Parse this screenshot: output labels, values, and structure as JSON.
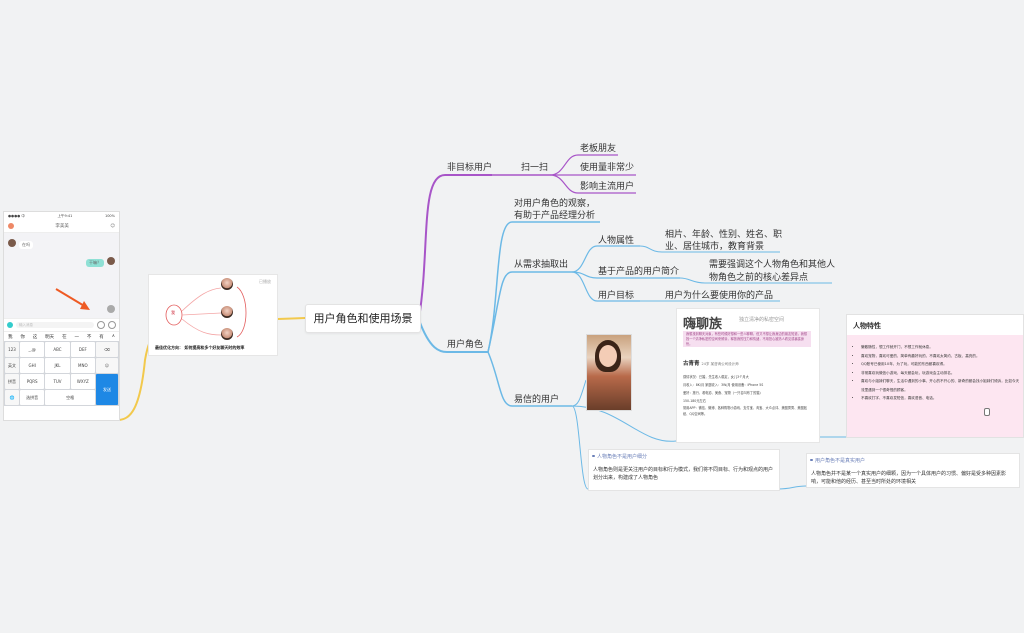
{
  "root": {
    "label": "用户角色和使用场景"
  },
  "branches": {
    "non_target": {
      "label": "非目标用户",
      "scan": {
        "label": "扫一扫",
        "children": [
          "老板朋友",
          "使用量非常少",
          "影响主流用户"
        ]
      }
    },
    "role": {
      "label": "用户角色",
      "observation": [
        "对用户角色的观察，",
        "有助于产品经理分析"
      ],
      "extract": {
        "label": "从需求抽取出",
        "attr": {
          "label": "人物属性",
          "value": [
            "相片、年龄、性别、姓名、职",
            "业、居住城市，教育背景"
          ]
        },
        "intro": {
          "label": "基于产品的用户简介",
          "value": [
            "需要强调这个人物角色和其他人",
            "物角色之前的核心差异点"
          ]
        },
        "goal": {
          "label": "用户目标",
          "value": "用户为什么要使用你的产品"
        }
      },
      "credible": {
        "label": "易信的用户"
      }
    }
  },
  "profile_card": {
    "title": "嗨聊族",
    "subtitle": "独立清净的私密空间",
    "pink_text": "我想找到聊天对象，有些时候好想和一些人聊聊，但又不想让我身边的朋友知道，我想找一个清净私密的空间来倾诉，释放我的压力和情绪，不用担心被熟人看见或暴露身份。",
    "name": "古青青",
    "name_meta": "24岁 某咨询公司设计师",
    "lines": [
      "感情状况：已婚，先生收入稳定，女儿3个月大",
      "月收入：8K/月      家庭收入：3W/月      使用设备：iPhone 5S",
      "爱好：旅行、看电影、美食、宠物（一只名叫布丁的猫）",
      "150-180元左右",
      "常用APP：微信、微博、各种购物小游戏、支付宝、淘宝、大众点评、美图秀秀、美图贴纸、QQ空间等。"
    ]
  },
  "traits_card": {
    "title": "人物特性",
    "items": [
      "懒散随性，想工作就开门，不想工作就休息。",
      "喜欢宠物，喜欢可爱的、简单有趣好玩的，不喜欢太简约、古板、高亮的。",
      "QQ账号已使用10年，为了玩，可能的东西都喜欢得。",
      "非常喜欢玩微信小游戏，每天都会玩，玩游戏会主动排名。",
      "喜欢与小姐妹们聊天，生活中遇到的小事、开心的不开心的、新奇的都会找小姐妹们倾诉，比如今天流里遇到一个很奇怪的顾客。",
      "不喜欢打字、不喜欢发短信，喜欢语音、电话。"
    ]
  },
  "notes": [
    {
      "title": "人物角色不是用户细分",
      "body": "人物角色则是更关注用户的目标和行为模式，我们将不同目标、行为和观点的用户划分出来，构建成了人物角色"
    },
    {
      "title": "用户角色不是真实用户",
      "body": "人物角色并不是某一个真实用户的细颗，因为一个具体用户的习惯、偏好是受多种因素影响，可能和他的经历、甚至当时所处的环境相关"
    }
  ],
  "illustration": {
    "caption": "最佳优化方向： 如何提高和多个好友聊天时的效率",
    "center_label": "我",
    "corner_label": "已播放"
  },
  "phone": {
    "status_left": "●●●● 中",
    "status_mid": "上午9:41",
    "status_right": "100%",
    "title": "李美美",
    "chat": [
      {
        "side": "left",
        "text": "在吗"
      },
      {
        "side": "right",
        "text": "干嘛？"
      }
    ],
    "input_placeholder": "输入消息",
    "candidates": [
      "我",
      "你",
      "这",
      "明天",
      "在",
      "一",
      "不",
      "有",
      "∧"
    ],
    "keys": [
      [
        "123",
        "_,@",
        "ABC",
        "DEF",
        "⌫"
      ],
      [
        "英文",
        "GHI",
        "JKL",
        "MNO",
        "☺"
      ],
      [
        "拼音",
        "PQRS",
        "TUV",
        "WXYZ",
        "发送"
      ],
      [
        "🌐",
        "选拼音",
        "空格"
      ]
    ]
  },
  "colors": {
    "purple_branch": "#a855c8",
    "blue_branch": "#6cb9e6",
    "yellow_branch": "#f2c94c",
    "background": "#f1f2f3",
    "pink_card": "#fde6f1"
  }
}
